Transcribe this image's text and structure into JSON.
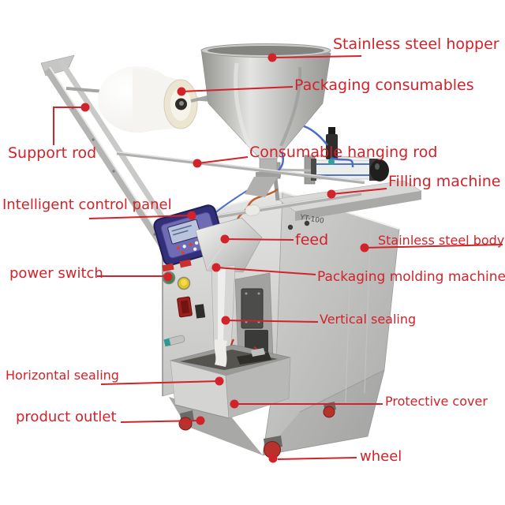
{
  "annotation_color": "#d2222a",
  "machine": {
    "model_label": "YT-100"
  },
  "labels": {
    "stainless_steel_hopper": "Stainless steel hopper",
    "packaging_consumables": "Packaging consumables",
    "support_rod": "Support rod",
    "intelligent_control_panel": "Intelligent control panel",
    "consumable_hanging_rod": "Consumable hanging rod",
    "filling_machine": "Filling machine",
    "feed": "feed",
    "stainless_steel_body": "Stainless steel body",
    "packaging_molding_machine": "Packaging molding machine",
    "vertical_sealing": "Vertical sealing",
    "power_switch": "power switch",
    "horizontal_sealing": "Horizontal sealing",
    "product_outlet": "product outlet",
    "protective_cover": "Protective cover",
    "wheel": "wheel"
  }
}
